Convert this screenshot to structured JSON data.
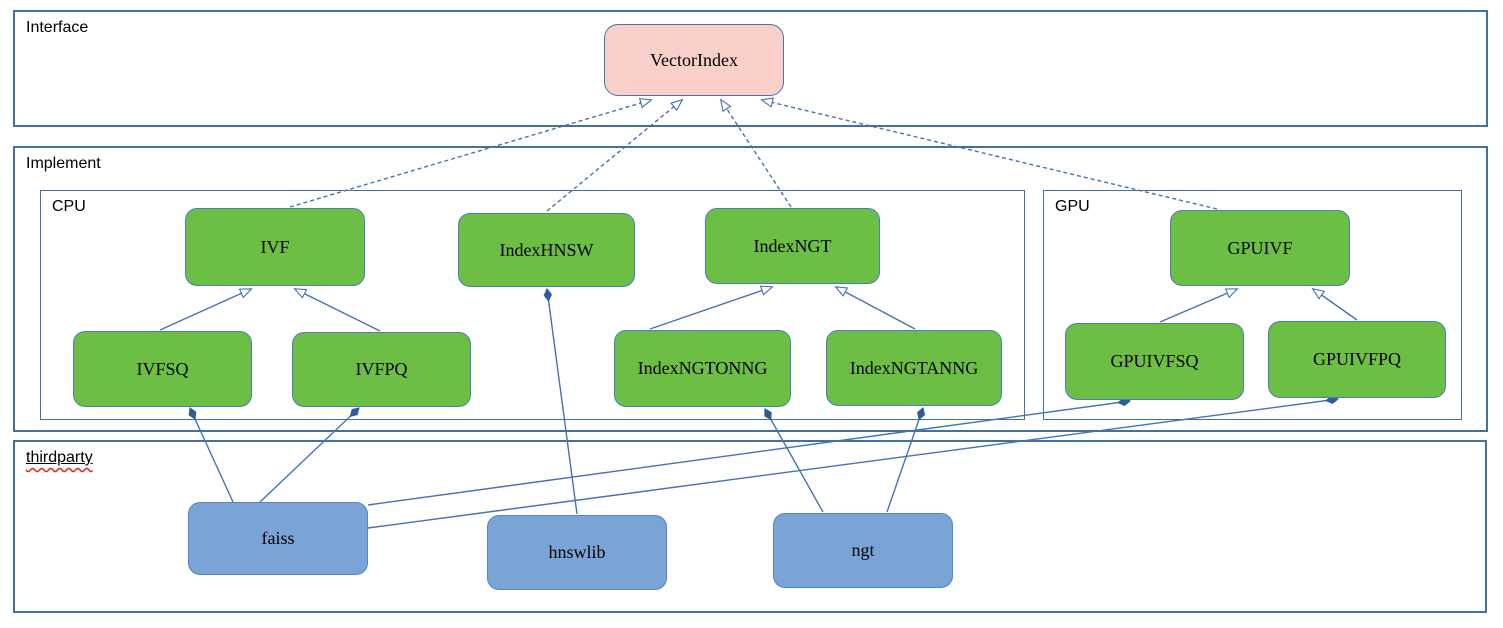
{
  "diagram": {
    "sections": {
      "interface": {
        "label": "Interface"
      },
      "implement": {
        "label": "Implement"
      },
      "cpu": {
        "label": "CPU"
      },
      "gpu": {
        "label": "GPU"
      },
      "thirdparty": {
        "label": "thirdparty",
        "spellcheck_flagged": true
      }
    },
    "nodes": {
      "vectorindex": {
        "label": "VectorIndex",
        "kind": "interface",
        "section": "interface"
      },
      "ivf": {
        "label": "IVF",
        "kind": "class",
        "section": "cpu"
      },
      "indexhnsw": {
        "label": "IndexHNSW",
        "kind": "class",
        "section": "cpu"
      },
      "indexngt": {
        "label": "IndexNGT",
        "kind": "class",
        "section": "cpu"
      },
      "ivfsq": {
        "label": "IVFSQ",
        "kind": "class",
        "section": "cpu"
      },
      "ivfpq": {
        "label": "IVFPQ",
        "kind": "class",
        "section": "cpu"
      },
      "indexngtonng": {
        "label": "IndexNGTONNG",
        "kind": "class",
        "section": "cpu"
      },
      "indexngtanng": {
        "label": "IndexNGTANNG",
        "kind": "class",
        "section": "cpu"
      },
      "gpuivf": {
        "label": "GPUIVF",
        "kind": "class",
        "section": "gpu"
      },
      "gpuivfsq": {
        "label": "GPUIVFSQ",
        "kind": "class",
        "section": "gpu"
      },
      "gpuivfpq": {
        "label": "GPUIVFPQ",
        "kind": "class",
        "section": "gpu"
      },
      "faiss": {
        "label": "faiss",
        "kind": "library",
        "section": "thirdparty"
      },
      "hnswlib": {
        "label": "hnswlib",
        "kind": "library",
        "section": "thirdparty"
      },
      "ngt": {
        "label": "ngt",
        "kind": "library",
        "section": "thirdparty"
      }
    },
    "edges": [
      {
        "from": "ivf",
        "to": "vectorindex",
        "kind": "realization"
      },
      {
        "from": "indexhnsw",
        "to": "vectorindex",
        "kind": "realization"
      },
      {
        "from": "indexngt",
        "to": "vectorindex",
        "kind": "realization"
      },
      {
        "from": "gpuivf",
        "to": "vectorindex",
        "kind": "realization"
      },
      {
        "from": "ivfsq",
        "to": "ivf",
        "kind": "generalization"
      },
      {
        "from": "ivfpq",
        "to": "ivf",
        "kind": "generalization"
      },
      {
        "from": "indexngtonng",
        "to": "indexngt",
        "kind": "generalization"
      },
      {
        "from": "indexngtanng",
        "to": "indexngt",
        "kind": "generalization"
      },
      {
        "from": "gpuivfsq",
        "to": "gpuivf",
        "kind": "generalization"
      },
      {
        "from": "gpuivfpq",
        "to": "gpuivf",
        "kind": "generalization"
      },
      {
        "from": "faiss",
        "to": "ivfsq",
        "kind": "composition"
      },
      {
        "from": "faiss",
        "to": "ivfpq",
        "kind": "composition"
      },
      {
        "from": "faiss",
        "to": "gpuivfsq",
        "kind": "composition"
      },
      {
        "from": "faiss",
        "to": "gpuivfpq",
        "kind": "composition"
      },
      {
        "from": "hnswlib",
        "to": "indexhnsw",
        "kind": "composition"
      },
      {
        "from": "ngt",
        "to": "indexngtonng",
        "kind": "composition"
      },
      {
        "from": "ngt",
        "to": "indexngtanng",
        "kind": "composition"
      }
    ],
    "colors": {
      "interface_fill": "#f9cfc9",
      "class_fill": "#6cbe45",
      "library_fill": "#7aa4d6",
      "node_border": "#4a7ebb",
      "frame_border": "#41719c",
      "edge": "#4472b4",
      "spellcheck_underline": "#d0342c"
    }
  }
}
